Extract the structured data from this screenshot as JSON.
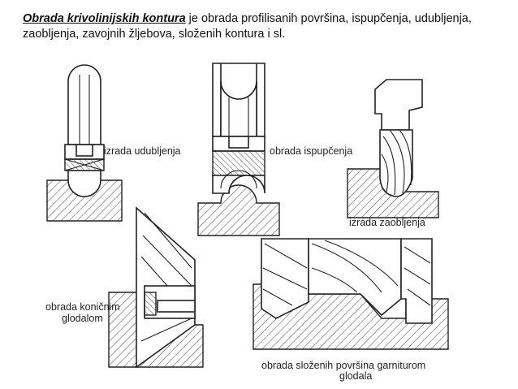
{
  "heading": {
    "lead": "Obrada krivolinijskih kontura",
    "rest": " je obrada profilisanih površina, ispupčenja, udubljenja, zaobljenja, zavojnih žljebova, složenih kontura i sl."
  },
  "labels": {
    "udubljenje": "izrada udubljenja",
    "ispupcenje": "obrada ispupčenja",
    "zaobljenje": "izrada zaobljenja",
    "konicno_1": "obrada koničnim",
    "konicno_2": "glodalom",
    "slozeno_1": "obrada složenih površina garniturom",
    "slozeno_2": "glodala"
  }
}
